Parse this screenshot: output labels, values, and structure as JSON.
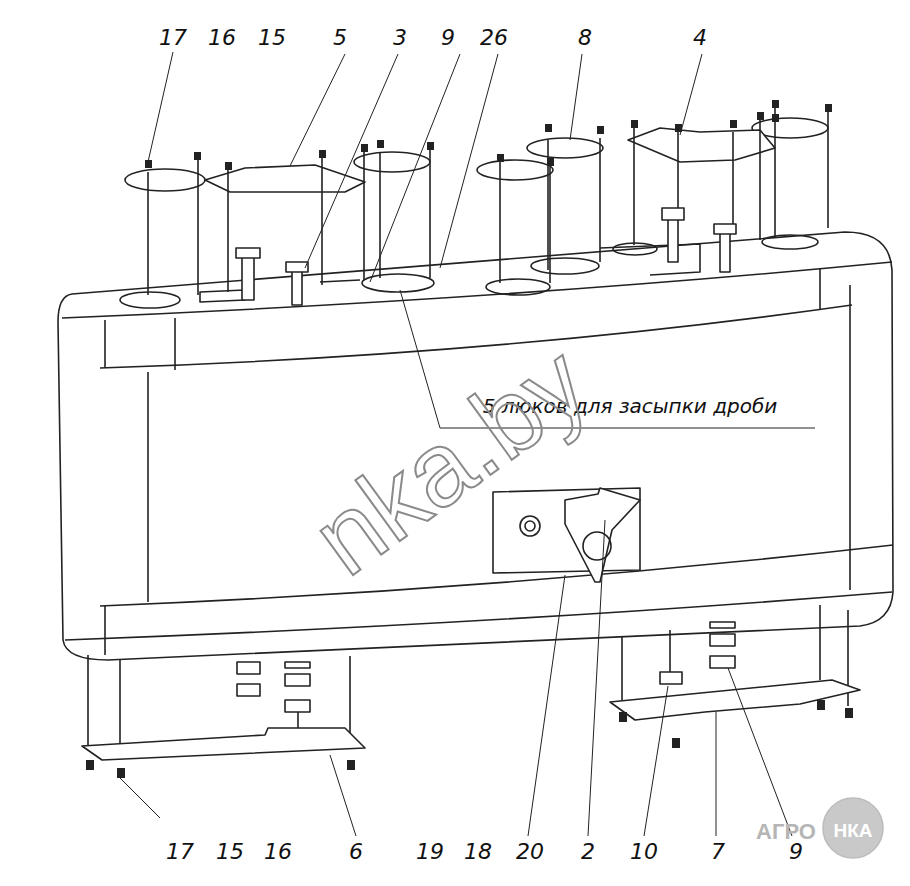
{
  "diagram": {
    "labels": [
      "17",
      "16",
      "15",
      "5",
      "3",
      "9",
      "26",
      "8",
      "4",
      "5 люков для засыпки дроби",
      "nka.by",
      "17",
      "15",
      "16",
      "6",
      "19",
      "18",
      "20",
      "2",
      "10",
      "7",
      "9",
      "АГРО",
      "НКА"
    ]
  }
}
